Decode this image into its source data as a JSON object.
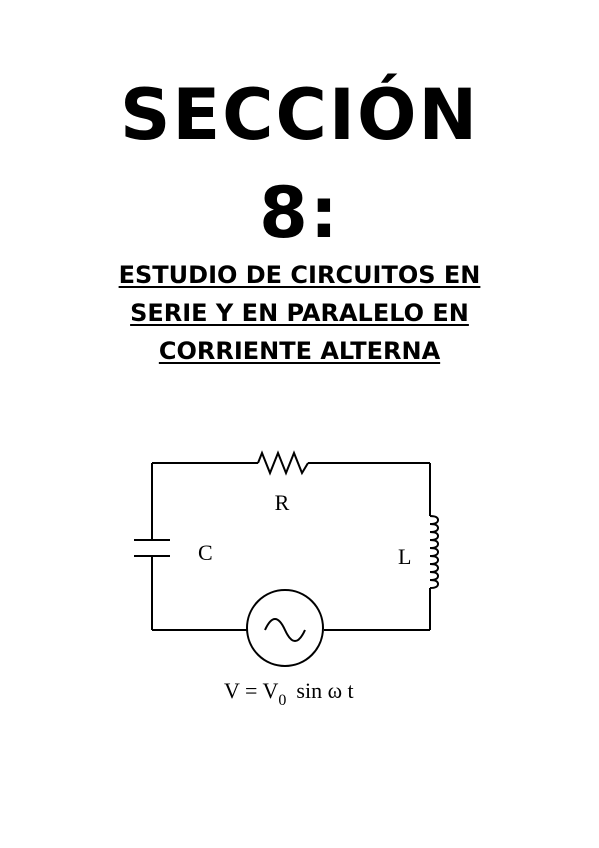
{
  "title": {
    "line1": "SECCIÓN",
    "line2": "8:"
  },
  "subtitle": {
    "line1": "ESTUDIO DE CIRCUITOS EN",
    "line2": "SERIE Y EN PARALELO EN",
    "line3": "CORRIENTE ALTERNA"
  },
  "circuit": {
    "resistor_label": "R",
    "capacitor_label": "C",
    "inductor_label": "L",
    "equation": {
      "lhs": "V = V",
      "subscript": "0",
      "rhs": "sin ω t"
    }
  }
}
